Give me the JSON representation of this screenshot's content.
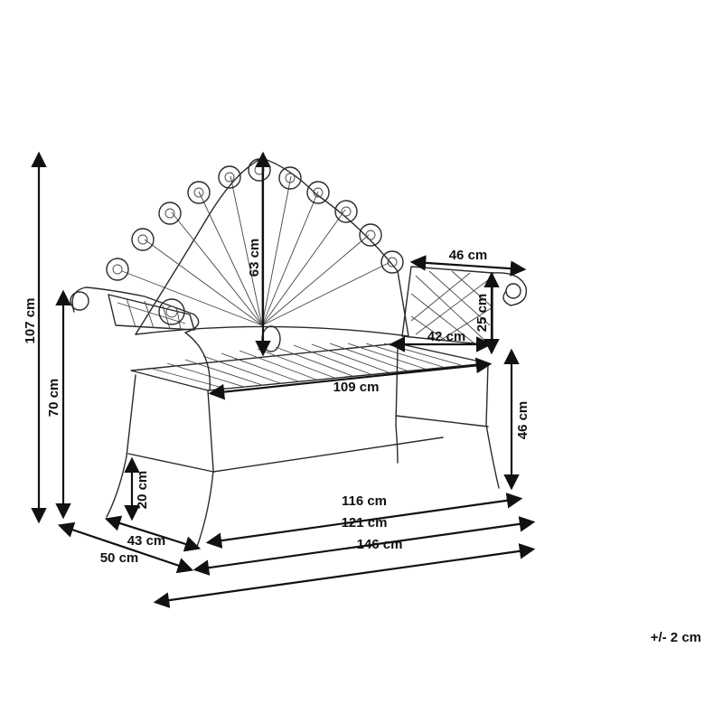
{
  "dimensions": {
    "total_height": "107 cm",
    "seat_back_height": "70 cm",
    "backrest_height": "63 cm",
    "armrest_length": "46 cm",
    "armrest_height": "25 cm",
    "armrest_inner": "42 cm",
    "seat_width": "109 cm",
    "seat_height": "46 cm",
    "leg_height": "20 cm",
    "leg_span_inner": "116 cm",
    "leg_span_outer": "121 cm",
    "seat_depth": "43 cm",
    "total_depth": "50 cm",
    "total_width": "146 cm"
  },
  "tolerance": "+/- 2 cm"
}
